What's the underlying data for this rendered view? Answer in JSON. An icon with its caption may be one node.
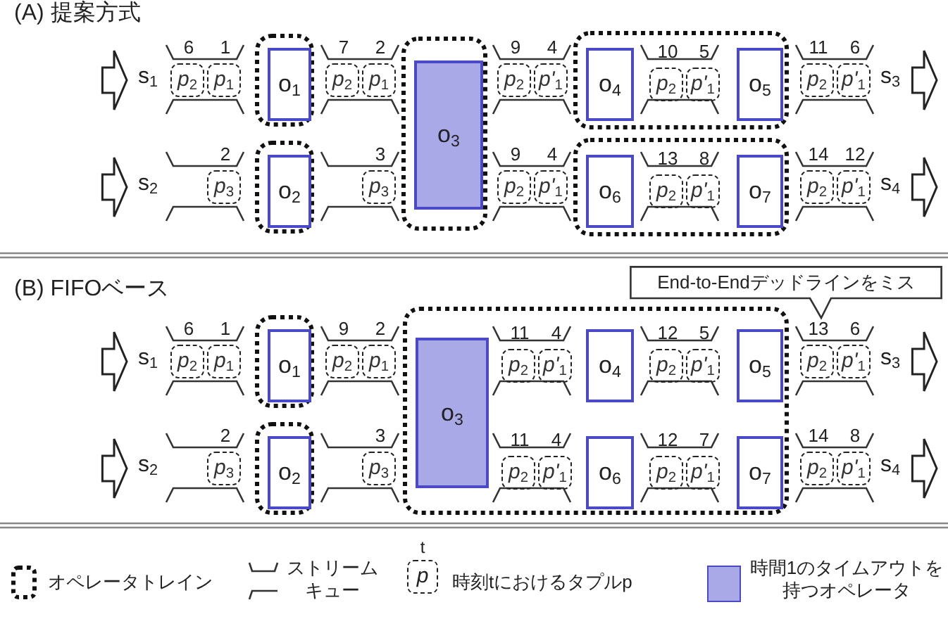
{
  "diagram": {
    "nodes": [
      {
        "text": [
          "s$_{1}$"
        ]
      },
      {
        "text": [
          "s$_{2}$"
        ]
      },
      {
        "text": [
          "*p*$_{2}$"
        ],
        "beside": [
          "6"
        ]
      },
      {
        "text": [
          "*p*$_{1}$"
        ],
        "beside": [
          "1"
        ]
      },
      {
        "text": [
          "*p*$_{3}$"
        ],
        "beside": [
          "2"
        ]
      },
      {
        "text": [],
        "shape": "box"
      },
      {
        "text": [
          "o$_{1}$"
        ],
        "in": 5
      },
      {
        "text": [],
        "shape": "box"
      },
      {
        "text": [
          "o$_{2}$"
        ],
        "in": 7
      },
      {
        "text": [
          "*p*$_{2}$"
        ],
        "beside": [
          "7"
        ]
      },
      {
        "text": [
          "*p*$_{1}$"
        ],
        "beside": [
          "2"
        ]
      },
      {
        "text": [
          "*p*$_{3}$"
        ],
        "beside": [
          "3"
        ]
      },
      {
        "text": [],
        "shape": "box"
      },
      {
        "text": [
          "o$_{3}$"
        ],
        "in": 12
      },
      {
        "text": [
          "*p*$_{2}$"
        ],
        "beside": [
          "9"
        ]
      },
      {
        "text": [
          "*p'*$_{1}$"
        ],
        "beside": [
          "4"
        ]
      },
      {
        "text": [
          "*p*$_{2}$"
        ],
        "beside": [
          "9"
        ]
      },
      {
        "text": [
          "*p'*$_{1}$"
        ],
        "beside": [
          "4"
        ]
      },
      {
        "text": [],
        "shape": "box"
      },
      {
        "text": [
          "o$_{4}$"
        ],
        "in": 18
      },
      {
        "text": [
          "*p*$_{2}$"
        ],
        "beside": [
          "10"
        ],
        "in": 18
      },
      {
        "text": [
          "*p'*$_{1}$"
        ],
        "beside": [
          "5"
        ],
        "in": 18
      },
      {
        "text": [
          "o$_{5}$"
        ],
        "in": 18
      },
      {
        "text": [],
        "shape": "box"
      },
      {
        "text": [
          "o$_{6}$"
        ],
        "in": 23
      },
      {
        "text": [
          "*p*$_{2}$"
        ],
        "beside": [
          "13"
        ],
        "in": 23
      },
      {
        "text": [
          "*p'*$_{1}$"
        ],
        "beside": [
          "8"
        ],
        "in": 23
      },
      {
        "text": [
          "o$_{7}$"
        ],
        "in": 23
      },
      {
        "text": [
          "*p*$_{2}$"
        ],
        "beside": [
          "11"
        ]
      },
      {
        "text": [
          "*p'*$_{1}$"
        ],
        "beside": [
          "6"
        ]
      },
      {
        "text": [
          "*p*$_{2}$"
        ],
        "beside": [
          "14"
        ]
      },
      {
        "text": [
          "*p'*$_{1}$"
        ],
        "beside": [
          "12"
        ]
      },
      {
        "text": [
          "s$_{3}$"
        ]
      },
      {
        "text": [
          "s$_{4}$"
        ]
      },
      {
        "text": [
          "s$_{1}$"
        ]
      },
      {
        "text": [
          "s$_{2}$"
        ]
      },
      {
        "text": [
          "*p*$_{2}$"
        ],
        "beside": [
          "6"
        ]
      },
      {
        "text": [
          "*p*$_{1}$"
        ],
        "beside": [
          "1"
        ]
      },
      {
        "text": [
          "*p*$_{3}$"
        ],
        "beside": [
          "2"
        ]
      },
      {
        "text": [],
        "shape": "box"
      },
      {
        "text": [
          "o$_{1}$"
        ],
        "in": 39
      },
      {
        "text": [],
        "shape": "box"
      },
      {
        "text": [
          "o$_{2}$"
        ],
        "in": 41
      },
      {
        "text": [
          "*p*$_{2}$"
        ],
        "beside": [
          "9"
        ]
      },
      {
        "text": [
          "*p*$_{1}$"
        ],
        "beside": [
          "2"
        ]
      },
      {
        "text": [
          "*p*$_{3}$"
        ],
        "beside": [
          "3"
        ]
      },
      {
        "text": [],
        "shape": "box"
      },
      {
        "text": [
          "o$_{3}$"
        ],
        "in": 46
      },
      {
        "text": [
          "*p*$_{2}$"
        ],
        "beside": [
          "11"
        ],
        "in": 46
      },
      {
        "text": [
          "*p'*$_{1}$"
        ],
        "beside": [
          "4"
        ],
        "in": 46
      },
      {
        "text": [
          "*p*$_{2}$"
        ],
        "beside": [
          "11"
        ],
        "in": 46
      },
      {
        "text": [
          "*p'*$_{1}$"
        ],
        "beside": [
          "4"
        ],
        "in": 46
      },
      {
        "text": [
          "o$_{4}$"
        ],
        "in": 46
      },
      {
        "text": [
          "o$_{6}$"
        ],
        "in": 46
      },
      {
        "text": [
          "*p*$_{2}$"
        ],
        "beside": [
          "12"
        ],
        "in": 46
      },
      {
        "text": [
          "*p'*$_{1}$"
        ],
        "beside": [
          "5"
        ],
        "in": 46
      },
      {
        "text": [
          "*p*$_{2}$"
        ],
        "beside": [
          "12"
        ],
        "in": 46
      },
      {
        "text": [
          "*p'*$_{1}$"
        ],
        "beside": [
          "7"
        ],
        "in": 46
      },
      {
        "text": [
          "o$_{5}$"
        ],
        "in": 46
      },
      {
        "text": [
          "o$_{7}$"
        ],
        "in": 46
      },
      {
        "text": [
          "*p*$_{2}$"
        ],
        "beside": [
          "13"
        ]
      },
      {
        "text": [
          "*p'*$_{1}$"
        ],
        "beside": [
          "6"
        ]
      },
      {
        "text": [
          "*p*$_{2}$"
        ],
        "beside": [
          "14"
        ]
      },
      {
        "text": [
          "*p'*$_{1}$"
        ],
        "beside": [
          "8"
        ]
      },
      {
        "text": [
          "s$_{3}$"
        ]
      },
      {
        "text": [
          "s$_{4}$"
        ]
      },
      {
        "text": [
          "End-to-Endデッドラインをミス"
        ]
      }
    ],
    "labels": [
      "(A) 提案方式",
      "(B) FIFOベース",
      "t",
      "p"
    ],
    "legend": [
      {
        "text": "オペレータトレイン"
      },
      {
        "text": "ストリームキュー"
      },
      {
        "text": "時刻tにおけるタプルp"
      },
      {
        "text": "時間1のタイムアウトを持つオペレータ",
        "color": "#a9a9e8"
      }
    ]
  }
}
